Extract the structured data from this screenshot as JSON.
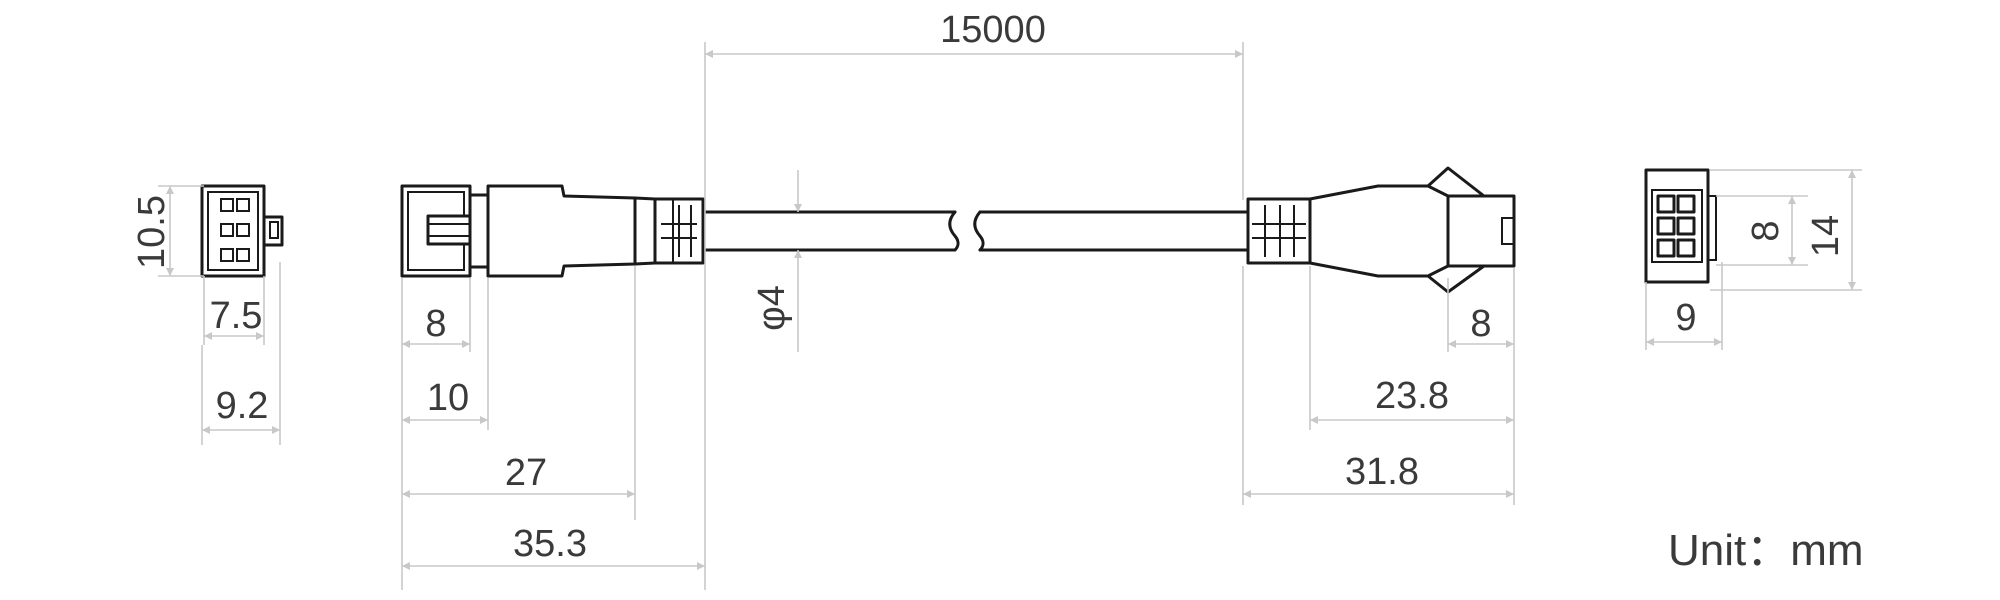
{
  "dimensions": {
    "cable_length": "15000",
    "left_face_height": "10.5",
    "left_face_inner_width": "7.5",
    "left_face_width": "9.2",
    "left_plug_8": "8",
    "left_plug_10": "10",
    "left_plug_27": "27",
    "left_plug_35_3": "35.3",
    "cable_diameter": "φ4",
    "right_plug_8": "8",
    "right_plug_23_8": "23.8",
    "right_plug_31_8": "31.8",
    "right_face_8": "8",
    "right_face_14": "14",
    "right_face_9": "9"
  },
  "unit_label": "Unit：mm",
  "colors": {
    "outline": "#1a1a1a",
    "dimension": "#c8c8c8",
    "text": "#3a3a3a"
  }
}
